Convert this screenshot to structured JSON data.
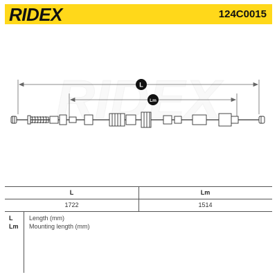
{
  "header": {
    "brand": "RIDEX",
    "part_code": "124C0015",
    "background_color": "#ffd81a"
  },
  "drawing": {
    "dimension_L_label": "L",
    "dimension_Lm_label": "Lm",
    "watermark": "RIDEX"
  },
  "table": {
    "headers": [
      "L",
      "Lm"
    ],
    "values": [
      "1722",
      "1514"
    ]
  },
  "legend": [
    {
      "abbr": "L",
      "desc": "Length (mm)"
    },
    {
      "abbr": "Lm",
      "desc": "Mounting length (mm)"
    }
  ]
}
